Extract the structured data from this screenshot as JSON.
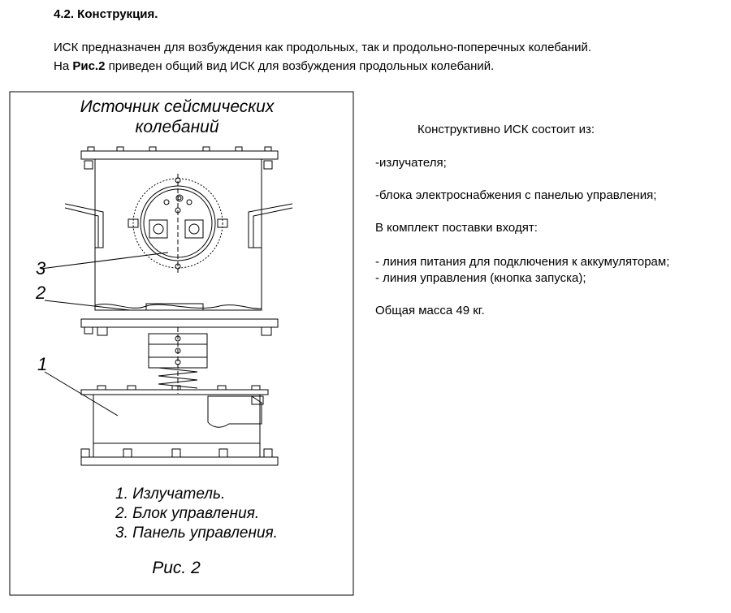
{
  "section": {
    "heading": "4.2. Конструкция."
  },
  "intro": {
    "line1": "ИСК предназначен для возбуждения как продольных, так и продольно-поперечных колебаний.",
    "line2_prefix": "На ",
    "line2_bold": "Рис.2",
    "line2_suffix": " приведен общий вид ИСК для возбуждения продольных колебаний."
  },
  "figure": {
    "title_line1": "Источник сейсмических",
    "title_line2": "колебаний",
    "callouts": [
      "3",
      "2",
      "1"
    ],
    "legend": [
      "1. Излучатель.",
      "2. Блок управления.",
      "3. Панель управления."
    ],
    "caption": "Рис. 2"
  },
  "composition": {
    "intro": "Конструктивно ИСК состоит из:",
    "items": [
      "-излучателя;",
      "-блока электроснабжения с панелью управления;"
    ],
    "delivery_heading": "В комплект поставки входят:",
    "delivery_items": [
      "- линия питания для подключения к аккумуляторам;",
      "- линия управления (кнопка запуска);"
    ],
    "mass": "Общая масса 49 кг."
  }
}
